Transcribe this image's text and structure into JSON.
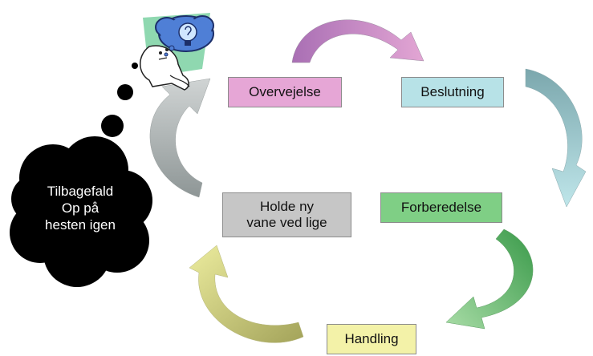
{
  "stages": {
    "overvejelse": {
      "label": "Overvejelse",
      "color": "#e6a6d6"
    },
    "beslutning": {
      "label": "Beslutning",
      "color": "#b7e2e7"
    },
    "forberedelse": {
      "label": "Forberedelse",
      "color": "#7fcf85"
    },
    "handling": {
      "label": "Handling",
      "color": "#f3f2a8"
    },
    "holde": {
      "label_line1": "Holde ny",
      "label_line2": "vane ved lige",
      "color": "#c6c6c6"
    }
  },
  "relapse_cloud": {
    "line1": "Tilbagefald",
    "line2": "Op på",
    "line3": "hesten igen",
    "color": "#000000"
  },
  "arrows": [
    {
      "from": "overvejelse",
      "to": "beslutning",
      "color_start": "#a96fb4",
      "color_end": "#e3a6d4"
    },
    {
      "from": "beslutning",
      "to": "forberedelse",
      "color_start": "#7ba7ad",
      "color_end": "#bfe6ea"
    },
    {
      "from": "forberedelse",
      "to": "handling",
      "color_start": "#3a9a4a",
      "color_end": "#a8dca6"
    },
    {
      "from": "handling",
      "to": "holde",
      "color_start": "#a3a35a",
      "color_end": "#ecec9e"
    },
    {
      "from": "holde",
      "to": "overvejelse",
      "color_start": "#8e9696",
      "color_end": "#d0d4d4"
    }
  ],
  "icons": {
    "thinker": "thinking-person-icon",
    "idea": "lightbulb-icon"
  }
}
